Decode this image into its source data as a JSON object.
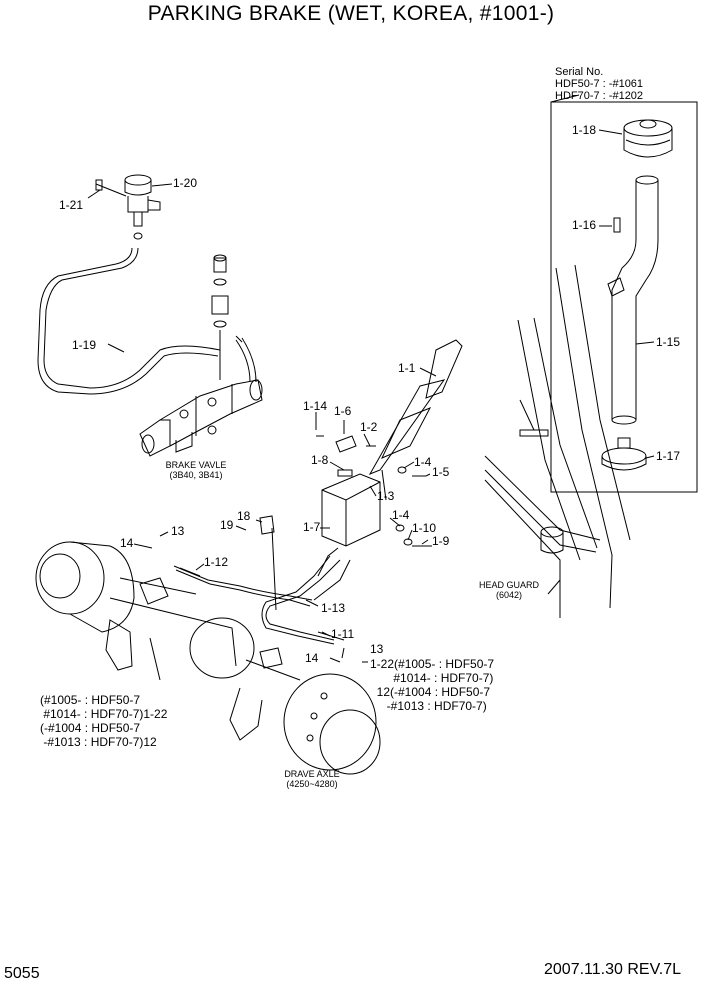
{
  "title": "PARKING BRAKE (WET, KOREA, #1001-)",
  "page_number": "5055",
  "revision": "2007.11.30  REV.7L",
  "serial_note": {
    "heading": "Serial No.",
    "line1": "HDF50-7 : -#1061",
    "line2": "HDF70-7 : -#1202"
  },
  "assemblies": {
    "brake_valve": "BRAKE VAVLE",
    "brake_valve_code": "(3B40, 3B41)",
    "head_guard": "HEAD GUARD",
    "head_guard_code": "(6042)",
    "drive_axle": "DRAVE AXLE",
    "drive_axle_code": "(4250~4280)"
  },
  "callouts": {
    "p1_1": "1-1",
    "p1_2": "1-2",
    "p1_3": "1-3",
    "p1_4a": "1-4",
    "p1_4b": "1-4",
    "p1_5": "1-5",
    "p1_6": "1-6",
    "p1_7": "1-7",
    "p1_8": "1-8",
    "p1_9": "1-9",
    "p1_10": "1-10",
    "p1_11": "1-11",
    "p1_12": "1-12",
    "p1_13": "1-13",
    "p1_14": "1-14",
    "p1_15": "1-15",
    "p1_16": "1-16",
    "p1_17": "1-17",
    "p1_18": "1-18",
    "p1_19": "1-19",
    "p1_20": "1-20",
    "p1_21": "1-21",
    "p13a": "13",
    "p13b": "13",
    "p14a": "14",
    "p14b": "14",
    "p18": "18",
    "p19": "19"
  },
  "right_note": {
    "l1": "1-22(#1005- : HDF50-7",
    "l2": "#1014- : HDF70-7)",
    "l3": "12(-#1004 : HDF50-7",
    "l4": "-#1013 : HDF70-7)"
  },
  "left_note": {
    "l1": "(#1005- : HDF50-7",
    "l2": " #1014- : HDF70-7)1-22",
    "l3": "(-#1004 : HDF50-7",
    "l4": " -#1013 : HDF70-7)12"
  },
  "colors": {
    "ink": "#000000",
    "background": "#ffffff"
  }
}
